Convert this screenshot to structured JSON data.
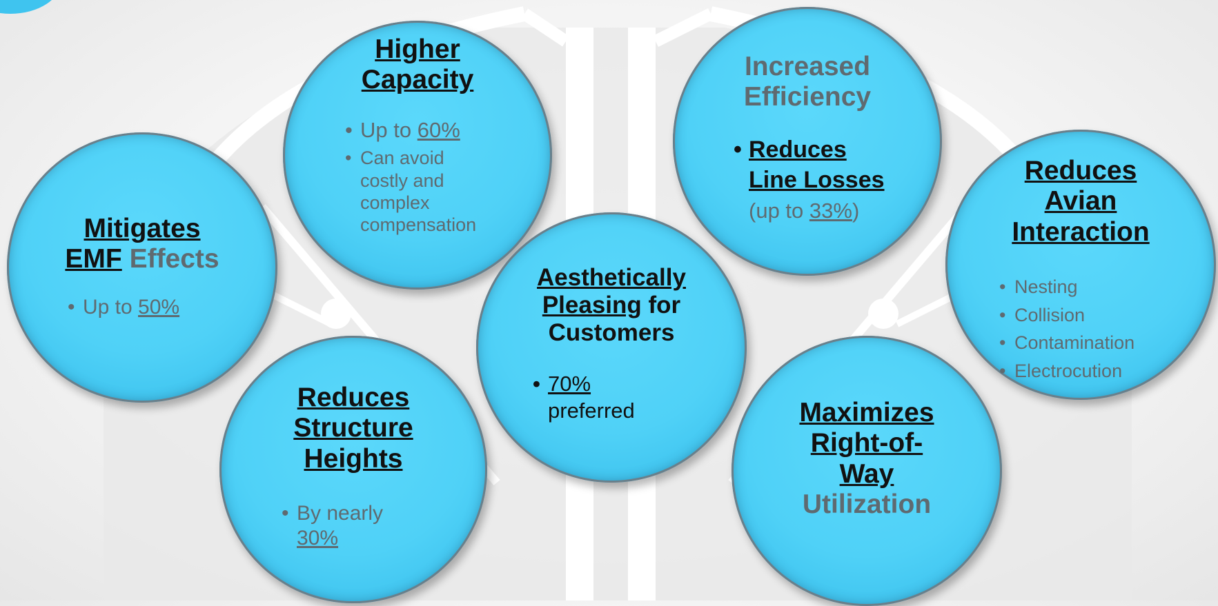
{
  "theme": {
    "circle_color": "#4fd1f7",
    "title_color": "#111111",
    "detail_color": "#5f6a70",
    "bullet_symbol": "•"
  },
  "circles": {
    "emf": {
      "title_a": "Mitigates",
      "title_b": "EMF",
      "title_c": "Effects",
      "bullet_prefix": "Up to ",
      "bullet_stat": "50%"
    },
    "capacity": {
      "title_a": "Higher",
      "title_b": "Capacity",
      "bullet1_prefix": "Up to ",
      "bullet1_stat": "60%",
      "bullet2_lines": [
        "Can avoid",
        "costly and",
        "complex",
        "compensation"
      ]
    },
    "efficiency": {
      "title_a": "Increased",
      "title_b": "Efficiency",
      "bullet_line1": "Reduces",
      "bullet_line2": "Line Losses",
      "note_open": "(up to ",
      "note_stat": "33%",
      "note_close": ")"
    },
    "avian": {
      "title_a": "Reduces",
      "title_b": "Avian",
      "title_c": "Interaction",
      "items": [
        "Nesting",
        "Collision",
        "Contamination",
        "Electrocution"
      ]
    },
    "aesthetic": {
      "title_a": "Aesthetically",
      "title_b1": "Pleasing",
      "title_b2": " for",
      "title_c": "Customers",
      "bullet_stat": "70%",
      "bullet_rest": "preferred"
    },
    "structure": {
      "title_a": "Reduces",
      "title_b": "Structure",
      "title_c": "Heights",
      "bullet_prefix": "By nearly",
      "bullet_stat": "30%"
    },
    "row": {
      "title_a": "Maximizes",
      "title_b": "Right-of-",
      "title_c": "Way",
      "title_d": "Utilization"
    }
  }
}
